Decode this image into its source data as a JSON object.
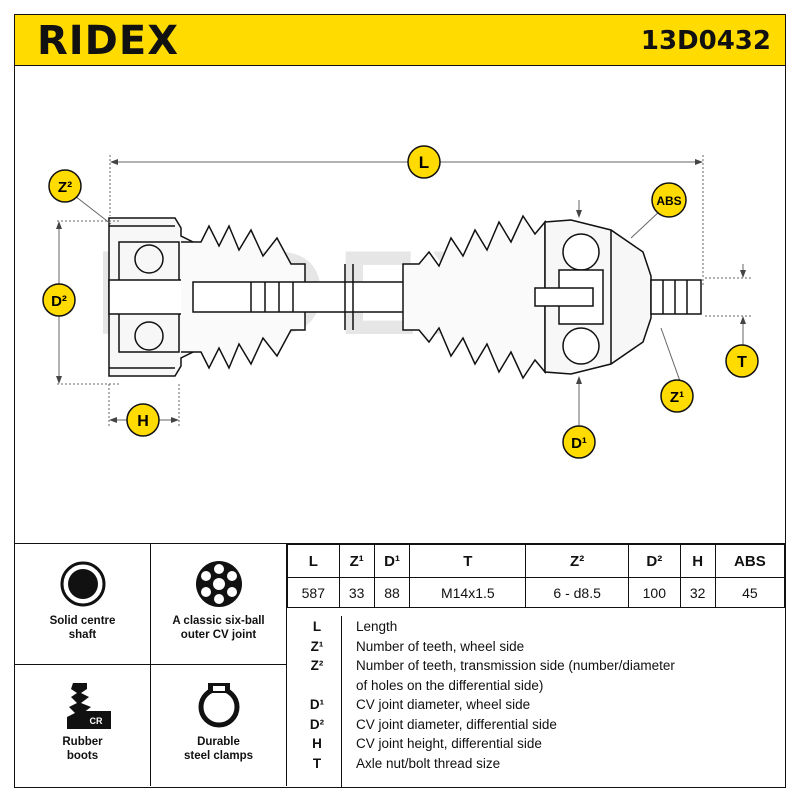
{
  "header": {
    "brand": "RIDEX",
    "part_number": "13D0432",
    "accent_color": "#ffdb00"
  },
  "drawing": {
    "watermark": "RIDEX",
    "labels": {
      "L": "L",
      "Z2": "Z²",
      "D2": "D²",
      "H": "H",
      "ABS": "ABS",
      "T": "T",
      "Z1": "Z¹",
      "D1": "D¹"
    }
  },
  "features": [
    {
      "icon": "solid-shaft-icon",
      "label": "Solid centre\nshaft"
    },
    {
      "icon": "six-ball-joint-icon",
      "label": "A classic six-ball\nouter CV joint"
    },
    {
      "icon": "rubber-boot-icon",
      "icon_text": "CR",
      "label": "Rubber\nboots"
    },
    {
      "icon": "clamp-icon",
      "label": "Durable\nsteel clamps"
    }
  ],
  "specs": {
    "headers": [
      "L",
      "Z¹",
      "D¹",
      "T",
      "Z²",
      "D²",
      "H",
      "ABS"
    ],
    "values": [
      "587",
      "33",
      "88",
      "M14x1.5",
      "6 - d8.5",
      "100",
      "32",
      "45"
    ]
  },
  "legend": [
    {
      "key": "L",
      "desc": "Length"
    },
    {
      "key": "Z¹",
      "desc": "Number of teeth, wheel side"
    },
    {
      "key": "Z²",
      "desc": "Number of teeth, transmission side (number/diameter"
    },
    {
      "key": "",
      "desc": "of holes on the differential side)"
    },
    {
      "key": "D¹",
      "desc": "CV joint diameter, wheel side"
    },
    {
      "key": "D²",
      "desc": "CV joint diameter, differential side"
    },
    {
      "key": "H",
      "desc": "CV joint height, differential side"
    },
    {
      "key": "T",
      "desc": "Axle nut/bolt thread size"
    }
  ]
}
